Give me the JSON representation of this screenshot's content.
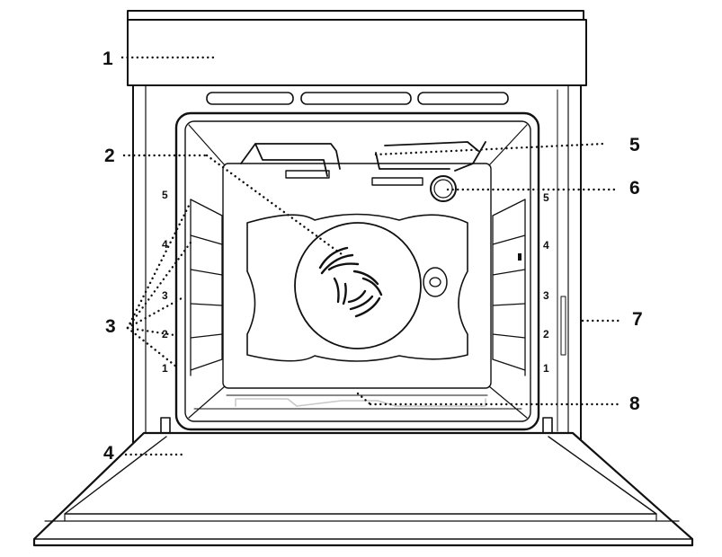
{
  "callouts": [
    {
      "id": "1",
      "label": "1"
    },
    {
      "id": "2",
      "label": "2"
    },
    {
      "id": "3",
      "label": "3"
    },
    {
      "id": "4",
      "label": "4"
    },
    {
      "id": "5",
      "label": "5"
    },
    {
      "id": "6",
      "label": "6"
    },
    {
      "id": "7",
      "label": "7"
    },
    {
      "id": "8",
      "label": "8"
    }
  ],
  "shelf_levels": {
    "left": [
      "5",
      "4",
      "3",
      "2",
      "1"
    ],
    "right": [
      "5",
      "4",
      "3",
      "2",
      "1"
    ]
  },
  "colors": {
    "line": "#111111",
    "background": "#ffffff"
  }
}
